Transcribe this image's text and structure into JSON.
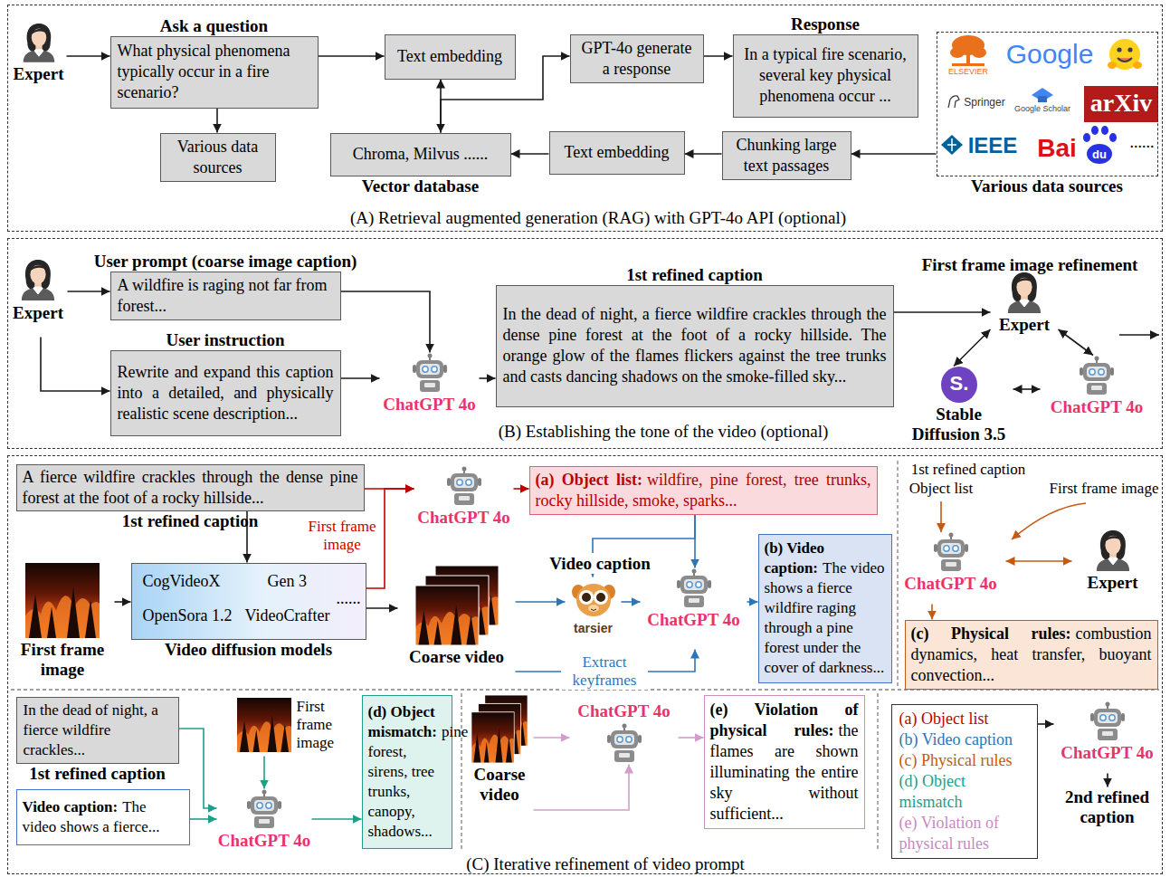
{
  "diagram": {
    "nodes": [
      {
        "text": [
          "(A) Retrieval augmented generation (RAG) with GPT-4o API (optional)"
        ]
      },
      {
        "text": [
          "Expert"
        ],
        "in": 0
      },
      {
        "text": [
          "Ask a question",
          "What physical phenomena typically occur in a fire scenario?"
        ],
        "in": 0
      },
      {
        "text": [
          "Various data sources"
        ],
        "in": 0
      },
      {
        "text": [
          "Text embedding"
        ],
        "in": 0
      },
      {
        "text": [
          "Chroma, Milvus ......",
          "Vector database"
        ],
        "in": 0
      },
      {
        "text": [
          "Text embedding"
        ],
        "in": 0
      },
      {
        "text": [
          "Chunking large text passages"
        ],
        "in": 0
      },
      {
        "text": [
          "GPT-4o generate a response"
        ],
        "in": 0
      },
      {
        "text": [
          "Response",
          "In a typical fire scenario, several key physical phenomena occur ..."
        ],
        "in": 0
      },
      {
        "text": [
          "Various data sources"
        ],
        "in": 0
      },
      {
        "text": [
          "(B) Establishing the tone of the video (optional)"
        ]
      },
      {
        "text": [
          "Expert"
        ],
        "in": 11
      },
      {
        "text": [
          "User prompt (coarse image caption)",
          "A wildfire is raging not far from forest..."
        ],
        "in": 11
      },
      {
        "text": [
          "User instruction",
          "Rewrite and expand this caption into a detailed, and physically realistic scene description..."
        ],
        "in": 11
      },
      {
        "text": [
          "ChatGPT 4o"
        ],
        "in": 11
      },
      {
        "text": [
          "1st refined caption",
          "In the dead of night, a fierce wildfire crackles through the dense pine forest at the foot of a rocky hillside. The orange glow of the flames flickers against the tree trunks and casts dancing shadows on the smoke-filled sky..."
        ],
        "in": 11
      },
      {
        "text": [
          "Expert"
        ],
        "in": 11
      },
      {
        "text": [
          "Stable Diffusion 3.5"
        ],
        "in": 11
      },
      {
        "text": [
          "ChatGPT 4o"
        ],
        "in": 11
      },
      {
        "text": [
          "(C) Iterative refinement of video prompt"
        ]
      },
      {
        "text": [
          "A fierce wildfire crackles through the dense pine forest at the foot of a rocky hillside...",
          "1st refined caption"
        ],
        "in": 20
      },
      {
        "text": [
          "First frame image"
        ],
        "in": 20
      },
      {
        "text": [
          "CogVideoX",
          "Gen 3",
          "OpenSora 1.2",
          "VideoCrafter",
          "......",
          "Video diffusion models"
        ],
        "in": 20
      },
      {
        "text": [
          "ChatGPT 4o"
        ],
        "in": 20
      },
      {
        "text": [
          "(a) Object list:",
          "wildfire, pine forest, tree trunks, rocky hillside, smoke, sparks..."
        ],
        "in": 20
      },
      {
        "text": [
          "Coarse video"
        ],
        "in": 20
      },
      {
        "text": [
          "tarsier"
        ],
        "in": 20
      },
      {
        "text": [
          "ChatGPT 4o"
        ],
        "in": 20
      },
      {
        "text": [
          "(b) Video caption:",
          "The video shows a fierce wildfire raging through a pine forest under the cover of darkness..."
        ],
        "in": 20
      },
      {
        "text": [
          "ChatGPT 4o"
        ],
        "in": 20
      },
      {
        "text": [
          "Expert"
        ],
        "in": 20
      },
      {
        "text": [
          "(c) Physical rules:",
          "combustion dynamics, heat transfer, buoyant convection..."
        ],
        "in": 20
      },
      {
        "text": [
          "In the dead of night, a fierce wildfire crackles...",
          "1st refined caption"
        ],
        "in": 20
      },
      {
        "text": [
          "Video caption:",
          "The video shows a fierce..."
        ],
        "in": 20
      },
      {
        "text": [
          "First frame image"
        ],
        "in": 20
      },
      {
        "text": [
          "ChatGPT 4o"
        ],
        "in": 20
      },
      {
        "text": [
          "(d) Object mismatch:",
          "pine forest, sirens, tree trunks, canopy, shadows..."
        ],
        "in": 20
      },
      {
        "text": [
          "Coarse video"
        ],
        "in": 20
      },
      {
        "text": [
          "ChatGPT 4o"
        ],
        "in": 20
      },
      {
        "text": [
          "(e) Violation of physical rules:",
          "the flames are shown illuminating the entire sky without sufficient..."
        ],
        "in": 20
      },
      {
        "text": [
          "(a) Object list",
          "(b) Video caption",
          "(c) Physical rules",
          "(d) Object mismatch",
          "(e) Violation of physical rules"
        ],
        "in": 20
      },
      {
        "text": [
          "ChatGPT 4o"
        ],
        "in": 20
      },
      {
        "text": [
          "2nd refined caption"
        ],
        "in": 20
      }
    ],
    "edges": [
      {
        "from": 1,
        "to": 2,
        "arrow": "to"
      },
      {
        "from": 2,
        "to": 3,
        "arrow": "to"
      },
      {
        "from": 2,
        "to": 4,
        "arrow": "to"
      },
      {
        "from": 4,
        "to": 5,
        "arrow": "both"
      },
      {
        "from": 5,
        "to": 8,
        "arrow": "to"
      },
      {
        "from": 8,
        "to": 9,
        "arrow": "to"
      },
      {
        "from": 10,
        "to": 7,
        "arrow": "to"
      },
      {
        "from": 7,
        "to": 6,
        "arrow": "to"
      },
      {
        "from": 6,
        "to": 5,
        "arrow": "to"
      },
      {
        "from": 12,
        "to": 13,
        "arrow": "to"
      },
      {
        "from": 12,
        "to": 14,
        "arrow": "to"
      },
      {
        "from": 13,
        "to": 15,
        "arrow": "to"
      },
      {
        "from": 14,
        "to": 15,
        "arrow": "to"
      },
      {
        "from": 15,
        "to": 16,
        "arrow": "to"
      },
      {
        "from": 16,
        "to": 17,
        "arrow": "to"
      },
      {
        "from": 17,
        "to": 18,
        "arrow": "both"
      },
      {
        "from": 17,
        "to": 19,
        "arrow": "both"
      },
      {
        "from": 18,
        "to": 19,
        "arrow": "both"
      },
      {
        "from": 21,
        "to": 23,
        "arrow": "to"
      },
      {
        "from": 22,
        "to": 23,
        "arrow": "to"
      },
      {
        "from": 23,
        "to": 26,
        "arrow": "to"
      },
      {
        "from": 23,
        "to": 24,
        "label": "First frame image",
        "arrow": "to"
      },
      {
        "from": 21,
        "to": 24,
        "arrow": "to"
      },
      {
        "from": 24,
        "to": 25,
        "arrow": "to"
      },
      {
        "from": 26,
        "to": 27,
        "arrow": "to"
      },
      {
        "from": 27,
        "to": 28,
        "arrow": "to"
      },
      {
        "from": 25,
        "to": 27,
        "arrow": "to"
      },
      {
        "from": 25,
        "to": 28,
        "arrow": "to"
      },
      {
        "from": 26,
        "to": 28,
        "label": "Extract keyframes",
        "arrow": "to"
      },
      {
        "from": 28,
        "to": 29,
        "arrow": "to"
      },
      {
        "from": 30,
        "to": 31,
        "arrow": "both"
      },
      {
        "from": 30,
        "to": 32,
        "arrow": "to"
      },
      {
        "from": 33,
        "to": 36,
        "arrow": "to"
      },
      {
        "from": 34,
        "to": 36,
        "arrow": "to"
      },
      {
        "from": 35,
        "to": 36,
        "arrow": "to"
      },
      {
        "from": 36,
        "to": 37,
        "arrow": "to"
      },
      {
        "from": 38,
        "to": 39,
        "arrow": "to"
      },
      {
        "from": 38,
        "to": 39,
        "arrow": "to"
      },
      {
        "from": 39,
        "to": 40,
        "arrow": "to"
      },
      {
        "from": 41,
        "to": 42,
        "arrow": "to"
      },
      {
        "from": 42,
        "to": 43,
        "arrow": "to"
      }
    ],
    "labels": [
      "ELSEVIER",
      "Google",
      "Springer",
      "Google Scholar",
      "arXiv",
      "IEEE",
      "Bai",
      "du",
      "......",
      "First frame image refinement",
      "S.",
      "Video caption",
      "1st refined caption",
      "Object list",
      "First frame image"
    ]
  }
}
